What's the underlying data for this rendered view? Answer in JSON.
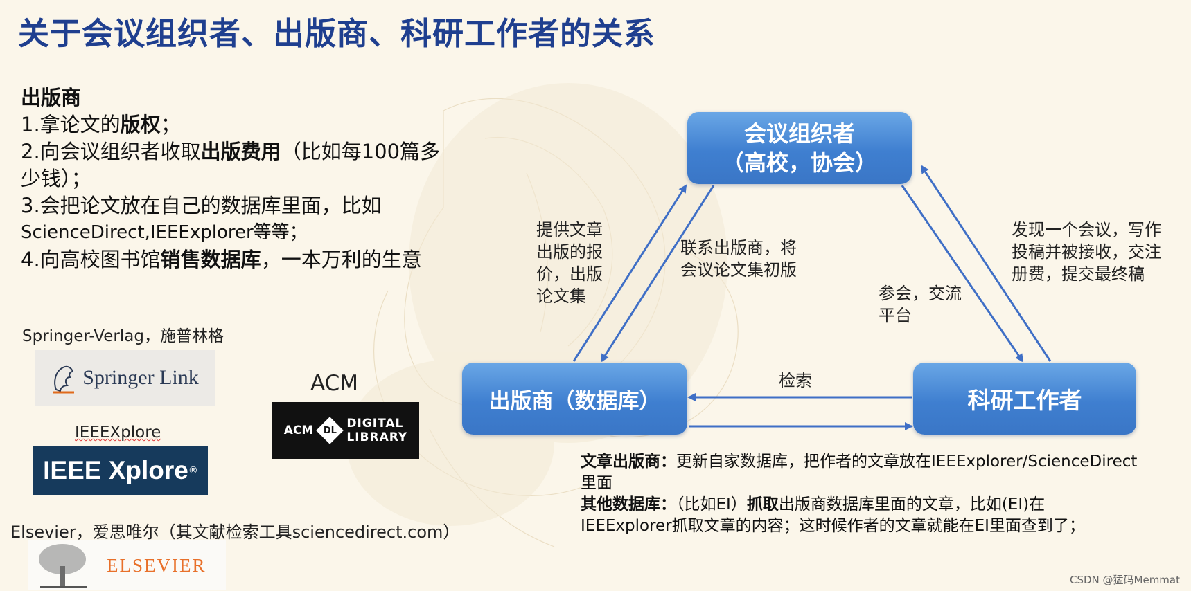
{
  "title": "关于会议组织者、出版商、科研工作者的关系",
  "left_panel": {
    "heading": "出版商",
    "item1_pre": "1.拿论文的",
    "item1_bold": "版权",
    "item1_post": "；",
    "item2_pre": "2.向会议组织者收取",
    "item2_bold": "出版费用",
    "item2_post": "（比如每100篇多",
    "item2_cont": "少钱）；",
    "item3_line1": "3.会把论文放在自己的数据库里面，比如",
    "item3_line2": "ScienceDirect,IEEExplorer等等；",
    "item4_pre": "4.向高校图书馆",
    "item4_bold": "销售数据库",
    "item4_post": "，一本万利的生意"
  },
  "logos": {
    "springer_caption": "Springer-Verlag，施普林格",
    "springer_text": "Springer Link",
    "ieee_caption": "IEEEXplore",
    "ieee_text": "IEEE Xplore",
    "ieee_reg": "®",
    "acm_caption": "ACM",
    "acm_prefix": "ACM",
    "acm_dl": "DL",
    "acm_line1": "DIGITAL",
    "acm_line2": "LIBRARY",
    "elsevier_caption": "Elsevier，爱思唯尔（其文献检索工具sciencedirect.com）",
    "elsevier_text": "ELSEVIER"
  },
  "nodes": {
    "organizer_line1": "会议组织者",
    "organizer_line2": "（高校，协会）",
    "publisher": "出版商（数据库）",
    "researcher": "科研工作者"
  },
  "edges": {
    "pub_to_org_line1": "提供文章",
    "pub_to_org_line2": "出版的报",
    "pub_to_org_line3": "价，出版",
    "pub_to_org_line4": "论文集",
    "org_to_pub_line1": "联系出版商，将",
    "org_to_pub_line2": "会议论文集初版",
    "org_to_res_line1": "参会，交流",
    "org_to_res_line2": "平台",
    "res_to_org_line1": "发现一个会议，写作",
    "res_to_org_line2": "投稿并被接收，交注",
    "res_to_org_line3": "册费，提交最终稿",
    "res_to_pub": "检索"
  },
  "bottom_note": {
    "l1_bold": "文章出版商：",
    "l1_text": "更新自家数据库，把作者的文章放在IEEExplorer/ScienceDirect",
    "l2_text": "里面",
    "l3_bold1": "其他数据库：",
    "l3_text1": "（比如EI）",
    "l3_bold2": "抓取",
    "l3_text2": "出版商数据库里面的文章，比如(EI)在",
    "l4_text": "IEEExplorer抓取文章的内容；这时候作者的文章就能在EI里面查到了；"
  },
  "watermark": "CSDN @猛码Memmat",
  "colors": {
    "title": "#1f3f8f",
    "node": "#4a8ad8",
    "arrow": "#3f6fc6",
    "background": "#fbf6ea"
  }
}
